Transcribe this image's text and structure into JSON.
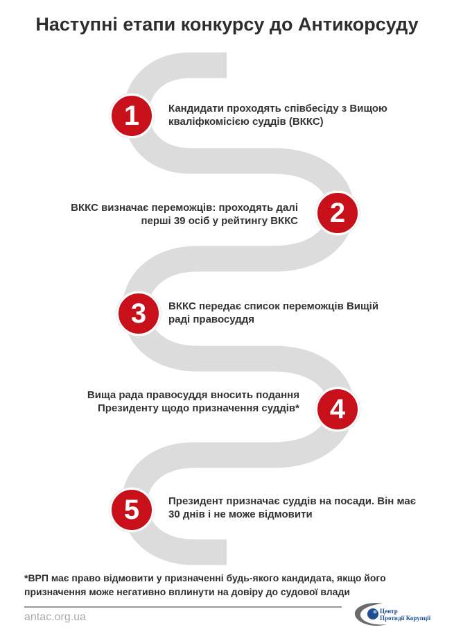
{
  "title": "Наступні етапи конкурсу до Антикорсуду",
  "colors": {
    "accent": "#c8101a",
    "road": "#dcdcdc",
    "text": "#333333"
  },
  "steps": [
    {
      "number": "1",
      "line1": "Кандидати проходять співбесіду з Вищою",
      "line2": "кваліфкомісією суддів (ВККС)"
    },
    {
      "number": "2",
      "line1": "ВККС визначає переможців: проходять далі",
      "line2": "перші 39 осіб у рейтингу ВККС"
    },
    {
      "number": "3",
      "line1": "ВККС передає список переможців Вищій",
      "line2": "раді правосуддя"
    },
    {
      "number": "4",
      "line1": "Вища рада правосуддя вносить подання",
      "line2": "Президенту щодо призначення суддів*"
    },
    {
      "number": "5",
      "line1": "Президент призначає суддів на посади. Він має",
      "line2": "30 днів і не може відмовити"
    }
  ],
  "footnote": {
    "line1": "*ВРП має право відмовити у призначенні будь-якого кандидата, якщо його",
    "line2": "призначення може негативно вплинути на довіру до судової влади"
  },
  "footer": {
    "site": "antac.org.ua",
    "logo_line1": "Центр",
    "logo_line2": "Протидії Корупції"
  }
}
